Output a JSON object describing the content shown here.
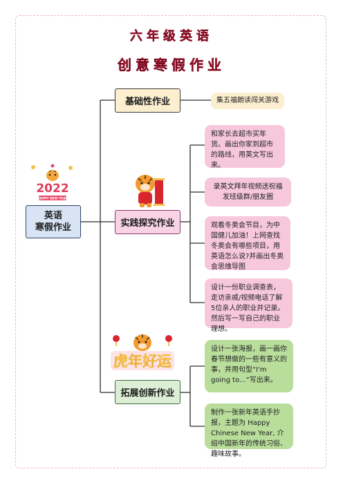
{
  "title": {
    "line1": "六年级英语",
    "line2": "创意寒假作业"
  },
  "root": {
    "line1": "英语",
    "line2": "寒假作业"
  },
  "categories": [
    {
      "label": "基础性作业"
    },
    {
      "label": "实践探究作业"
    },
    {
      "label": "拓展创新作业"
    }
  ],
  "tasks": [
    {
      "text": "集五福朗读闯关游戏"
    },
    {
      "text": "和家长去超市买年货。画出你家到超市的路线，用英文写出来。"
    },
    {
      "text": "录英文拜年视频送祝福发班级群/朋友圈"
    },
    {
      "text": "观看冬奥会节目，为中国健儿加油！上网查找冬奥会有哪些项目，用英语怎么说?并画出冬奥会思维导图"
    },
    {
      "text": "设计一份职业调查表，走访亲戚/视频电话了解5位亲人的职业并记录。然后写一写自己的职业理想。"
    },
    {
      "text": "设计一张海报，画一画你春节想做的一些有意义的事，并用句型“I'm going to...”写出来。"
    },
    {
      "text": "制作一张新年英语手抄报，主题为 Happy Chinese New Year, 介绍中国新年的传统习俗、趣味故事。"
    }
  ],
  "illustrations": {
    "year_badge": "2022",
    "year_badge_caption": "HAPPY NEW YEAR",
    "banner_text": "虎年好运"
  },
  "colors": {
    "title": "#e0163e",
    "connector": "#2b2b2b",
    "pink": "#f7c8dc",
    "green": "#b9de9c",
    "tan": "#fbefcf"
  }
}
